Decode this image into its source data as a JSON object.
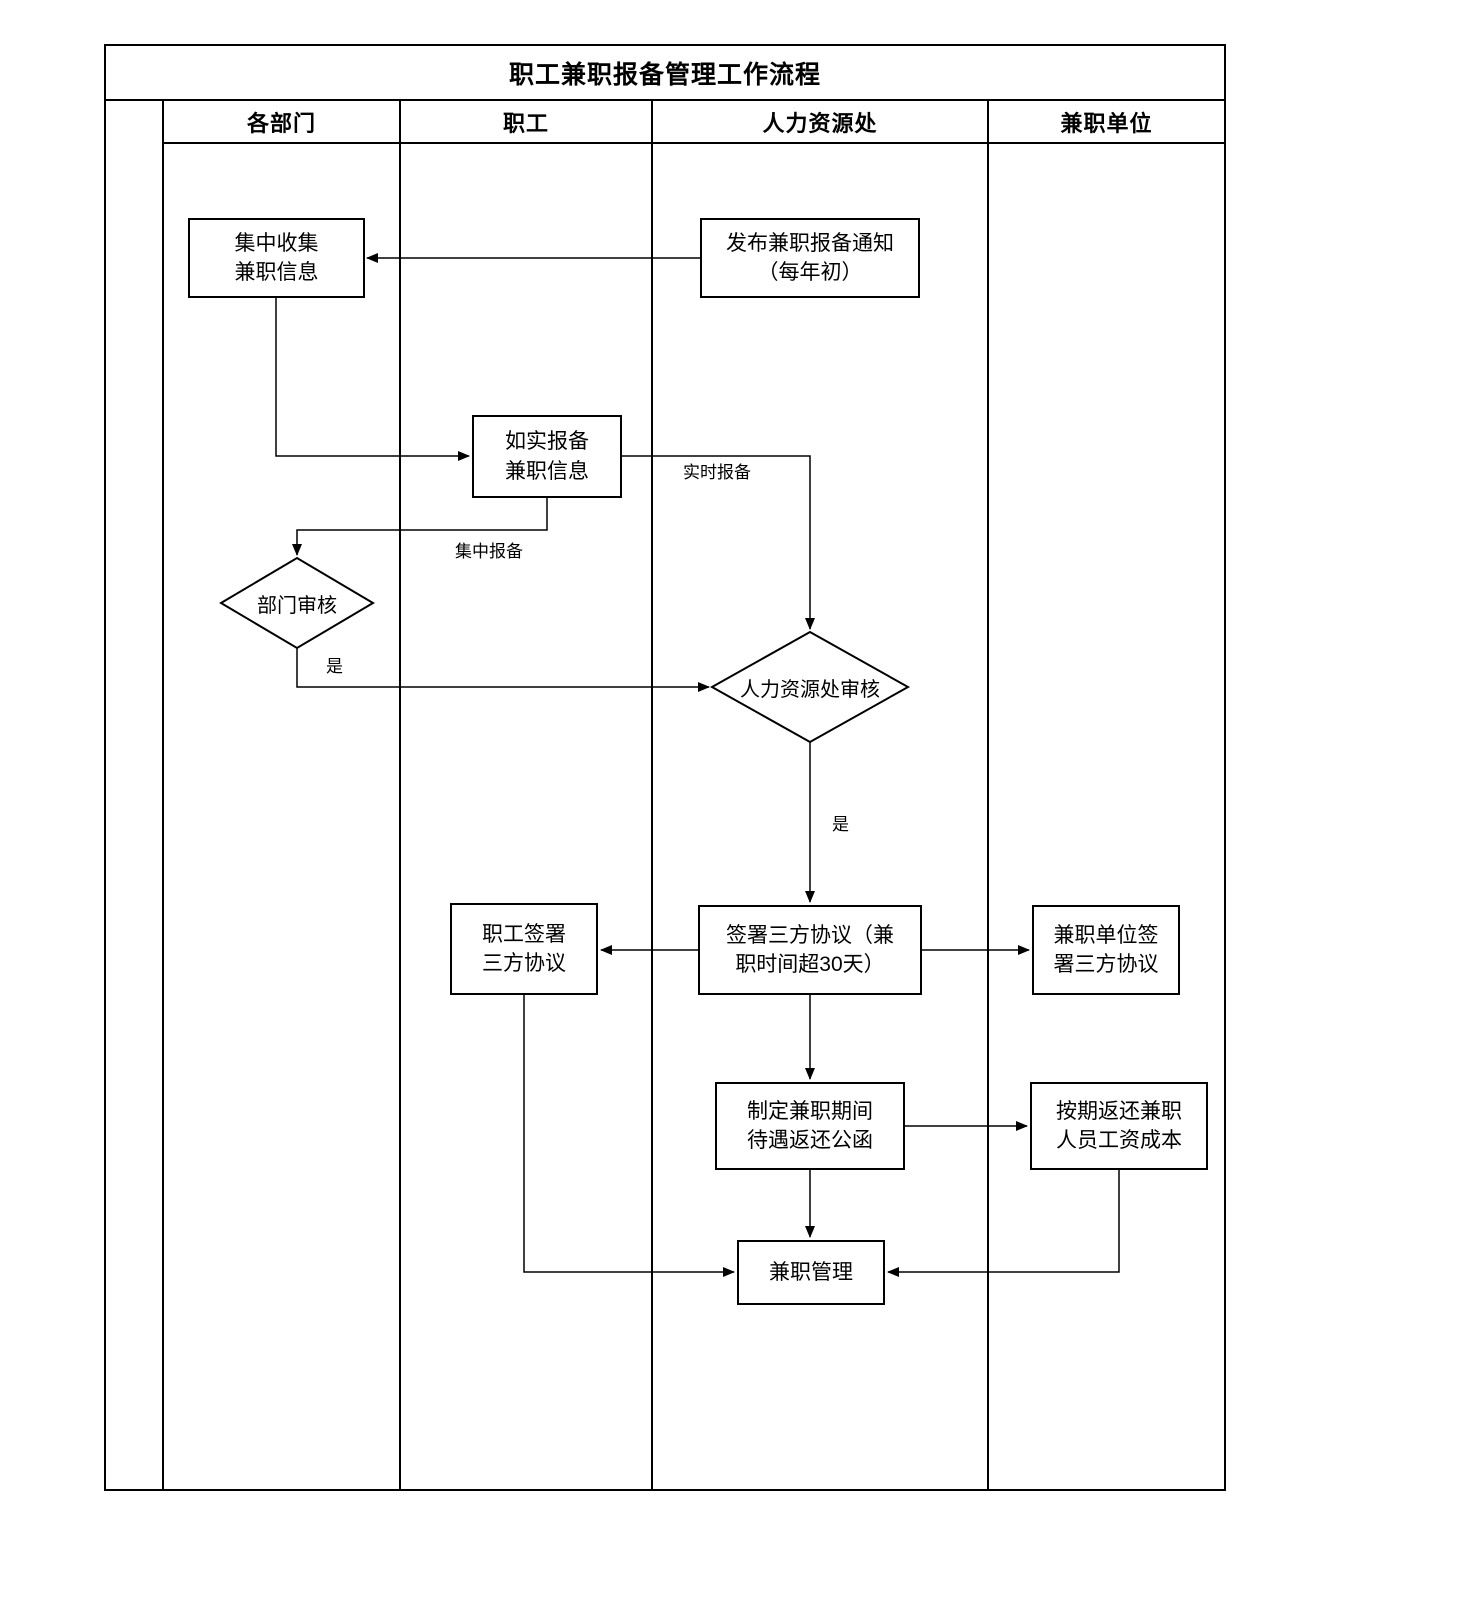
{
  "title": "职工兼职报备管理工作流程",
  "lanes": [
    {
      "label": "各部门"
    },
    {
      "label": "职工"
    },
    {
      "label": "人力资源处"
    },
    {
      "label": "兼职单位"
    }
  ],
  "nodes": {
    "publish_notice": {
      "line1": "发布兼职报备通知",
      "line2": "（每年初）"
    },
    "collect_info": {
      "line1": "集中收集",
      "line2": "兼职信息"
    },
    "report_info": {
      "line1": "如实报备",
      "line2": "兼职信息"
    },
    "dept_review": {
      "label": "部门审核"
    },
    "hr_review": {
      "label": "人力资源处审核"
    },
    "sign_agreement": {
      "line1": "签署三方协议（兼",
      "line2": "职时间超30天）"
    },
    "employee_sign": {
      "line1": "职工签署",
      "line2": "三方协议"
    },
    "unit_sign": {
      "line1": "兼职单位签",
      "line2": "署三方协议"
    },
    "benefit_letter": {
      "line1": "制定兼职期间",
      "line2": "待遇返还公函"
    },
    "return_salary": {
      "line1": "按期返还兼职",
      "line2": "人员工资成本"
    },
    "parttime_manage": {
      "label": "兼职管理"
    }
  },
  "edge_labels": {
    "realtime_report": "实时报备",
    "centralized_report": "集中报备",
    "dept_yes": "是",
    "hr_yes": "是"
  },
  "colors": {
    "line": "#000000",
    "text": "#000000",
    "background": "#ffffff"
  }
}
